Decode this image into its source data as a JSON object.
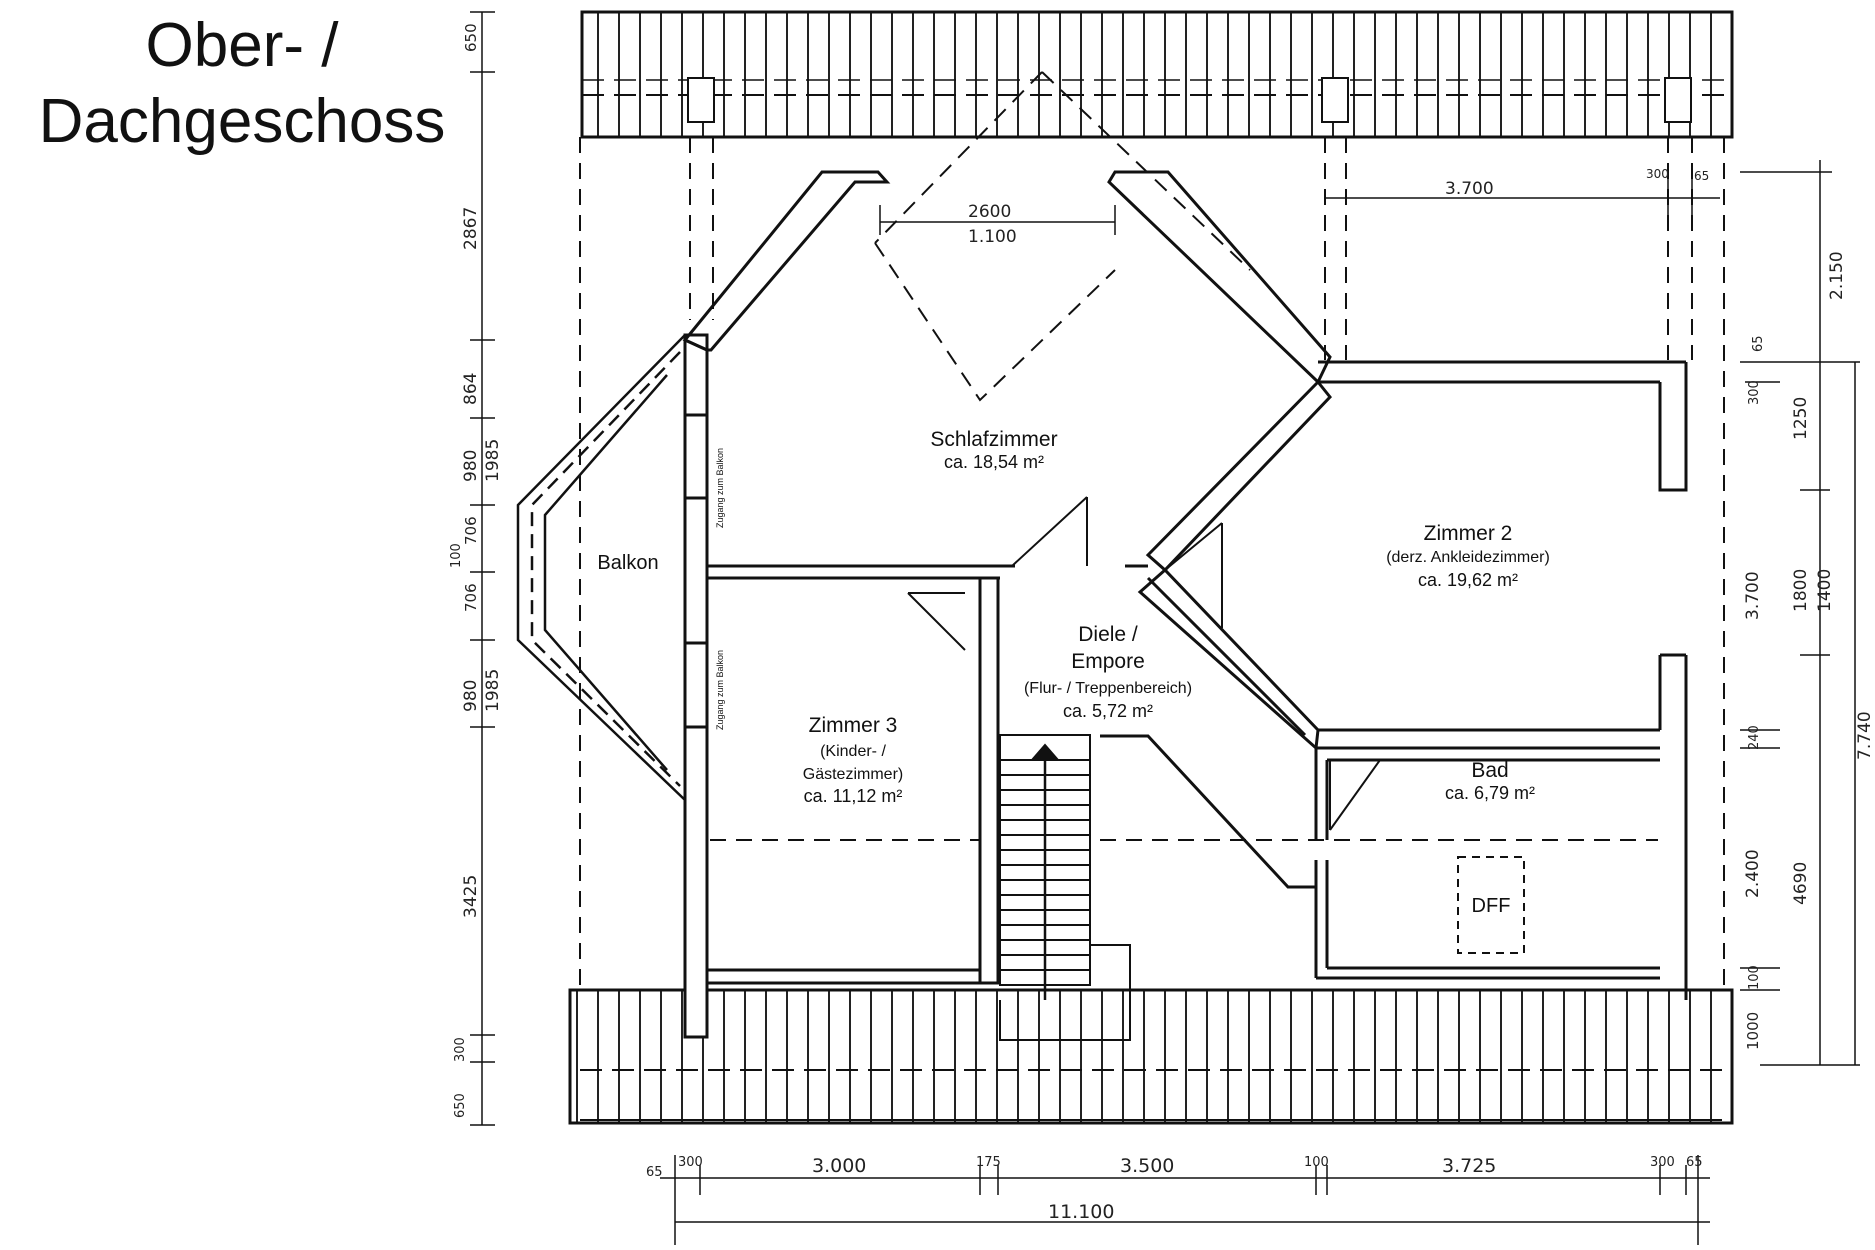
{
  "title": {
    "line1": "Ober- /",
    "line2": "Dachgeschoss"
  },
  "rooms": {
    "schlafzimmer": {
      "name": "Schlafzimmer",
      "area": "ca. 18,54 m²"
    },
    "zimmer2": {
      "name": "Zimmer 2",
      "note": "(derz. Ankleidezimmer)",
      "area": "ca. 19,62 m²"
    },
    "zimmer3": {
      "name": "Zimmer 3",
      "note1": "(Kinder- /",
      "note2": "Gästezimmer)",
      "area": "ca. 11,12 m²"
    },
    "diele": {
      "name1": "Diele /",
      "name2": "Empore",
      "note": "(Flur- / Treppenbereich)",
      "area": "ca. 5,72 m²"
    },
    "bad": {
      "name": "Bad",
      "area": "ca. 6,79 m²"
    },
    "balkon": {
      "name": "Balkon"
    },
    "dff": {
      "name": "DFF"
    }
  },
  "door_notes": {
    "upper": "Zugang zum Balkon",
    "lower": "Zugang zum Balkon"
  },
  "dimensions": {
    "bottom": {
      "d65a": "65",
      "d300a": "300",
      "d3000": "3.000",
      "d175": "175",
      "d3500": "3.500",
      "d100": "100",
      "d3725": "3.725",
      "d300b": "300",
      "d65b": "65",
      "total": "11.100"
    },
    "top": {
      "d2600": "2600",
      "d1100": "1.100",
      "d3700": "3.700",
      "d300": "300",
      "d65": "65"
    },
    "left": {
      "d650a": "650",
      "d2867": "2867",
      "d864": "864",
      "d980a": "980",
      "d1985a": "1985",
      "d706a": "706",
      "d100": "100",
      "d706b": "706",
      "d980b": "980",
      "d1985b": "1985",
      "d3425": "3425",
      "d300": "300",
      "d650b": "650"
    },
    "right": {
      "d2150": "2.150",
      "d65": "65",
      "d300": "300",
      "d1250": "1250",
      "d3700": "3.700",
      "d1800": "1800",
      "d1400": "1400",
      "d240": "240",
      "d2400": "2.400",
      "d4690": "4690",
      "d100": "100",
      "d1000": "1000",
      "d7740": "7.740"
    }
  }
}
